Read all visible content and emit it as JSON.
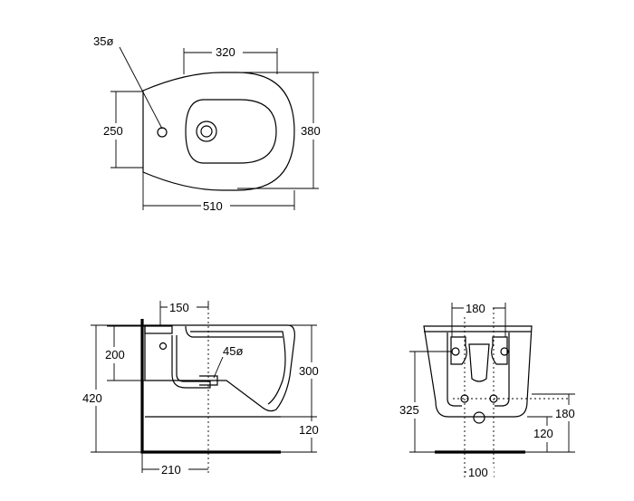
{
  "top_view": {
    "hole_diameter": "35ø",
    "width_320": "320",
    "height_250": "250",
    "height_380": "380",
    "length_510": "510"
  },
  "side_view": {
    "offset_150": "150",
    "height_200": "200",
    "outlet_diameter": "45ø",
    "height_300": "300",
    "height_420": "420",
    "height_120": "120",
    "offset_210": "210"
  },
  "rear_view": {
    "width_180": "180",
    "height_325": "325",
    "height_180": "180",
    "height_120": "120",
    "width_100": "100"
  }
}
